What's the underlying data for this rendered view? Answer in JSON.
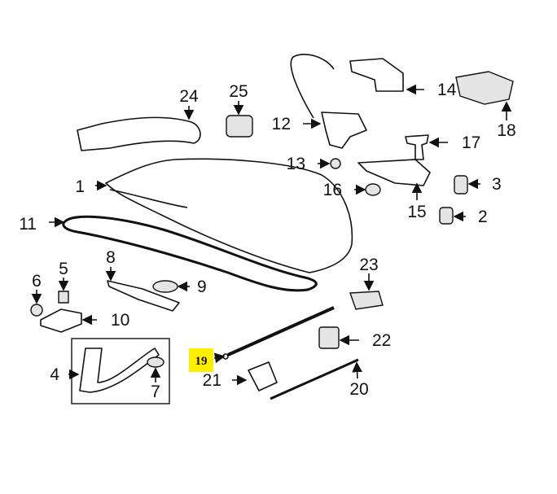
{
  "diagram": {
    "type": "exploded-parts-diagram",
    "highlight_color": "#ffee00",
    "highlighted_callout": "19",
    "callouts": [
      "1",
      "2",
      "3",
      "4",
      "5",
      "6",
      "7",
      "8",
      "9",
      "10",
      "11",
      "12",
      "13",
      "14",
      "15",
      "16",
      "17",
      "18",
      "20",
      "21",
      "22",
      "23",
      "24",
      "25"
    ]
  }
}
